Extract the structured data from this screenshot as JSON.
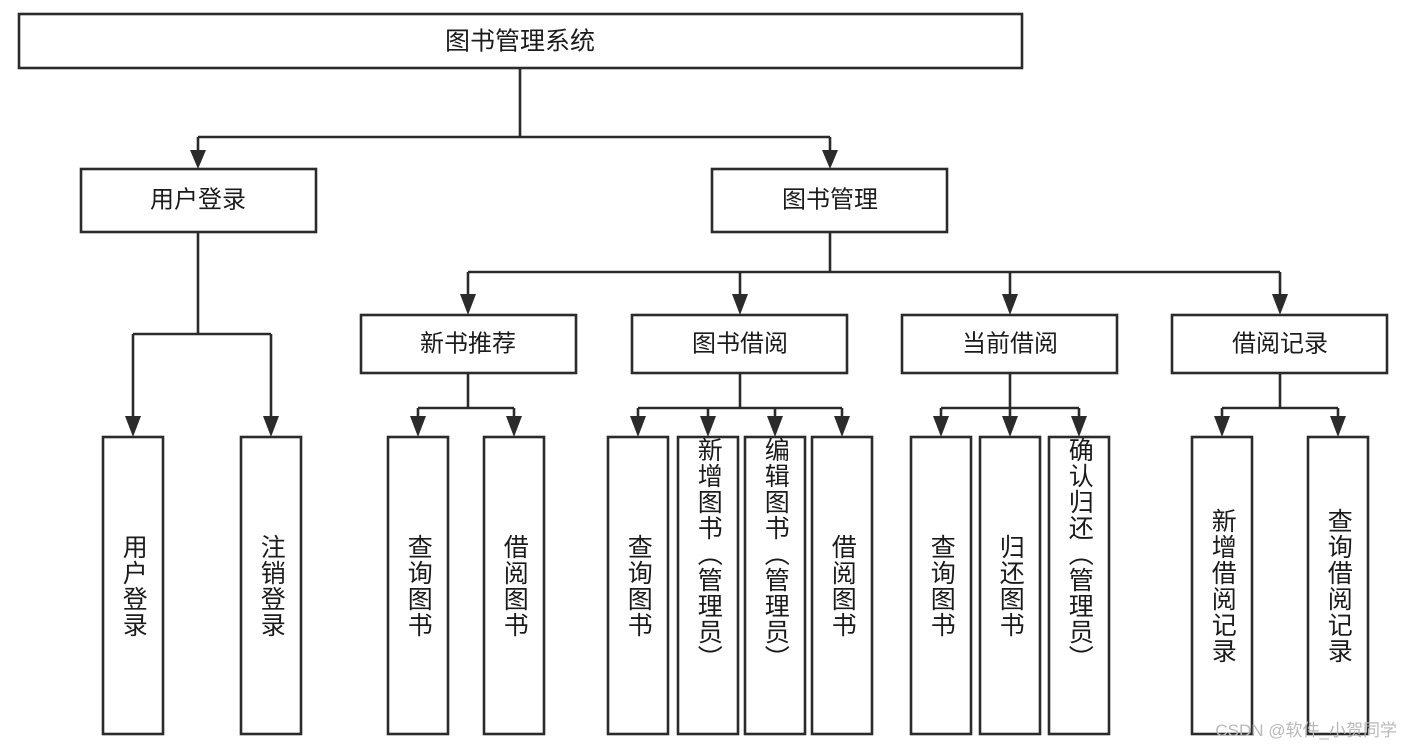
{
  "diagram": {
    "type": "tree-hierarchy",
    "title": "图书管理系统",
    "watermark": "CSDN @软件_小贺同学",
    "colors": {
      "stroke": "#2b2b2b",
      "fill": "#ffffff",
      "text": "#1b1b1b",
      "watermark": "#b9b9b9",
      "background": "#ffffff"
    },
    "root": {
      "id": "root",
      "label": "图书管理系统",
      "orientation": "horizontal"
    },
    "level2": [
      {
        "id": "user-login",
        "label": "用户登录",
        "orientation": "horizontal"
      },
      {
        "id": "book-management",
        "label": "图书管理",
        "orientation": "horizontal"
      }
    ],
    "level3": [
      {
        "id": "new-book-recommend",
        "label": "新书推荐",
        "orientation": "horizontal",
        "parent": "book-management"
      },
      {
        "id": "book-borrow",
        "label": "图书借阅",
        "orientation": "horizontal",
        "parent": "book-management"
      },
      {
        "id": "current-borrow",
        "label": "当前借阅",
        "orientation": "horizontal",
        "parent": "book-management"
      },
      {
        "id": "borrow-record",
        "label": "借阅记录",
        "orientation": "horizontal",
        "parent": "book-management"
      }
    ],
    "leaves": [
      {
        "id": "leaf-user-login",
        "label": "用户登录",
        "orientation": "vertical",
        "parent": "user-login"
      },
      {
        "id": "leaf-logout",
        "label": "注销登录",
        "orientation": "vertical",
        "parent": "user-login"
      },
      {
        "id": "leaf-query-book-1",
        "label": "查询图书",
        "orientation": "vertical",
        "parent": "new-book-recommend"
      },
      {
        "id": "leaf-borrow-book-1",
        "label": "借阅图书",
        "orientation": "vertical",
        "parent": "new-book-recommend"
      },
      {
        "id": "leaf-query-book-2",
        "label": "查询图书",
        "orientation": "vertical",
        "parent": "book-borrow"
      },
      {
        "id": "leaf-add-book",
        "label": "新增图书（管理员）",
        "orientation": "vertical",
        "parent": "book-borrow"
      },
      {
        "id": "leaf-edit-book",
        "label": "编辑图书（管理员）",
        "orientation": "vertical",
        "parent": "book-borrow"
      },
      {
        "id": "leaf-borrow-book-2",
        "label": "借阅图书",
        "orientation": "vertical",
        "parent": "book-borrow"
      },
      {
        "id": "leaf-query-book-3",
        "label": "查询图书",
        "orientation": "vertical",
        "parent": "current-borrow"
      },
      {
        "id": "leaf-return-book",
        "label": "归还图书",
        "orientation": "vertical",
        "parent": "current-borrow"
      },
      {
        "id": "leaf-confirm-return",
        "label": "确认归还（管理员）",
        "orientation": "vertical",
        "parent": "current-borrow"
      },
      {
        "id": "leaf-add-record",
        "label": "新增借阅记录",
        "orientation": "vertical",
        "parent": "borrow-record"
      },
      {
        "id": "leaf-query-record",
        "label": "查询借阅记录",
        "orientation": "vertical",
        "parent": "borrow-record"
      }
    ]
  }
}
